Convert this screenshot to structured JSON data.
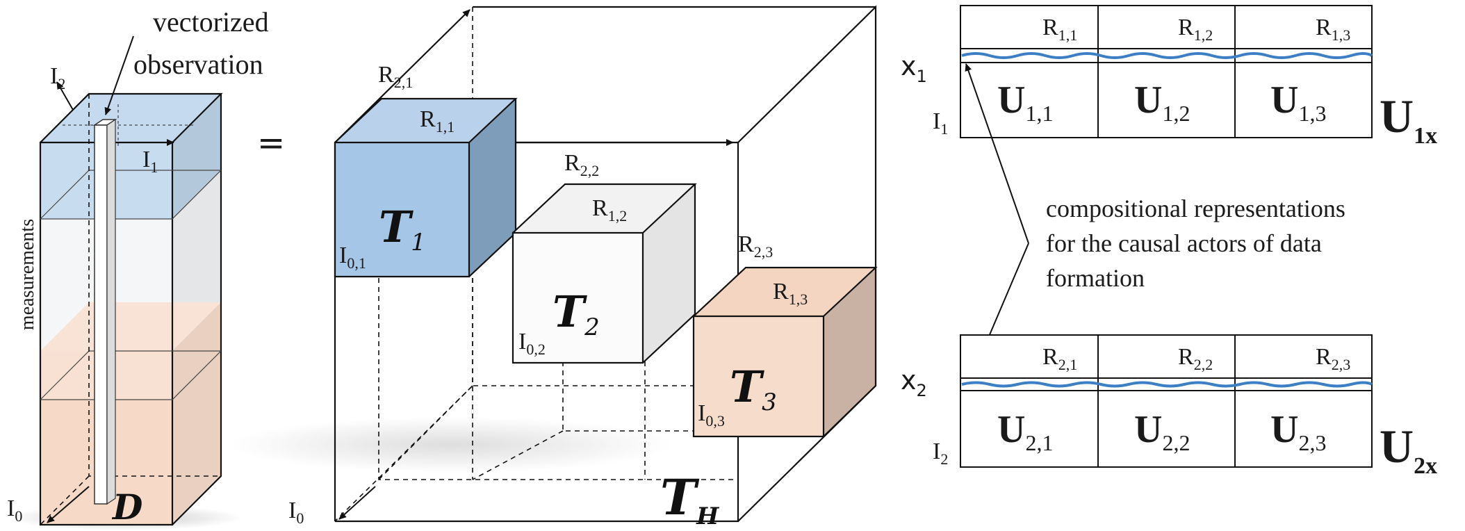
{
  "left": {
    "callout": [
      "vectorized",
      "observation"
    ],
    "axis_i2": "I",
    "axis_i2_sub": "2",
    "axis_i1": "I",
    "axis_i1_sub": "1",
    "axis_i0": "I",
    "axis_i0_sub": "0",
    "side_label": "measurements",
    "tensor": "D"
  },
  "equals": "=",
  "middle": {
    "r21": "R",
    "r21_sub": "2,1",
    "r11": "R",
    "r11_sub": "1,1",
    "i01": "I",
    "i01_sub": "0,1",
    "t1": "T",
    "t1_sub": "1",
    "r22": "R",
    "r22_sub": "2,2",
    "r12": "R",
    "r12_sub": "1,2",
    "i02": "I",
    "i02_sub": "0,2",
    "t2": "T",
    "t2_sub": "2",
    "r23": "R",
    "r23_sub": "2,3",
    "r13": "R",
    "r13_sub": "1,3",
    "i03": "I",
    "i03_sub": "0,3",
    "t3": "T",
    "t3_sub": "3",
    "i0": "I",
    "i0_sub": "0",
    "th": "T",
    "th_sub": "H"
  },
  "right": {
    "top": {
      "x": "x",
      "x_sub": "1",
      "i": "I",
      "i_sub": "1",
      "headers": [
        {
          "r": "R",
          "sub": "1,1"
        },
        {
          "r": "R",
          "sub": "1,2"
        },
        {
          "r": "R",
          "sub": "1,3"
        }
      ],
      "cells": [
        {
          "u": "U",
          "sub": "1,1"
        },
        {
          "u": "U",
          "sub": "1,2"
        },
        {
          "u": "U",
          "sub": "1,3"
        }
      ],
      "matrix": "U",
      "matrix_sub": "1x"
    },
    "annotation": [
      "compositional representations",
      "for the causal actors of data",
      "formation"
    ],
    "bottom": {
      "x": "x",
      "x_sub": "2",
      "i": "I",
      "i_sub": "2",
      "headers": [
        {
          "r": "R",
          "sub": "2,1"
        },
        {
          "r": "R",
          "sub": "2,2"
        },
        {
          "r": "R",
          "sub": "2,3"
        }
      ],
      "cells": [
        {
          "u": "U",
          "sub": "2,1"
        },
        {
          "u": "U",
          "sub": "2,2"
        },
        {
          "u": "U",
          "sub": "2,3"
        }
      ],
      "matrix": "U",
      "matrix_sub": "2x"
    }
  },
  "colors": {
    "blue": "#a9c8e8",
    "blue_side": "#7c9dbb",
    "peach": "#f6d9c6",
    "peach_side": "#cfb4a3",
    "wave": "#3d7fc4"
  }
}
